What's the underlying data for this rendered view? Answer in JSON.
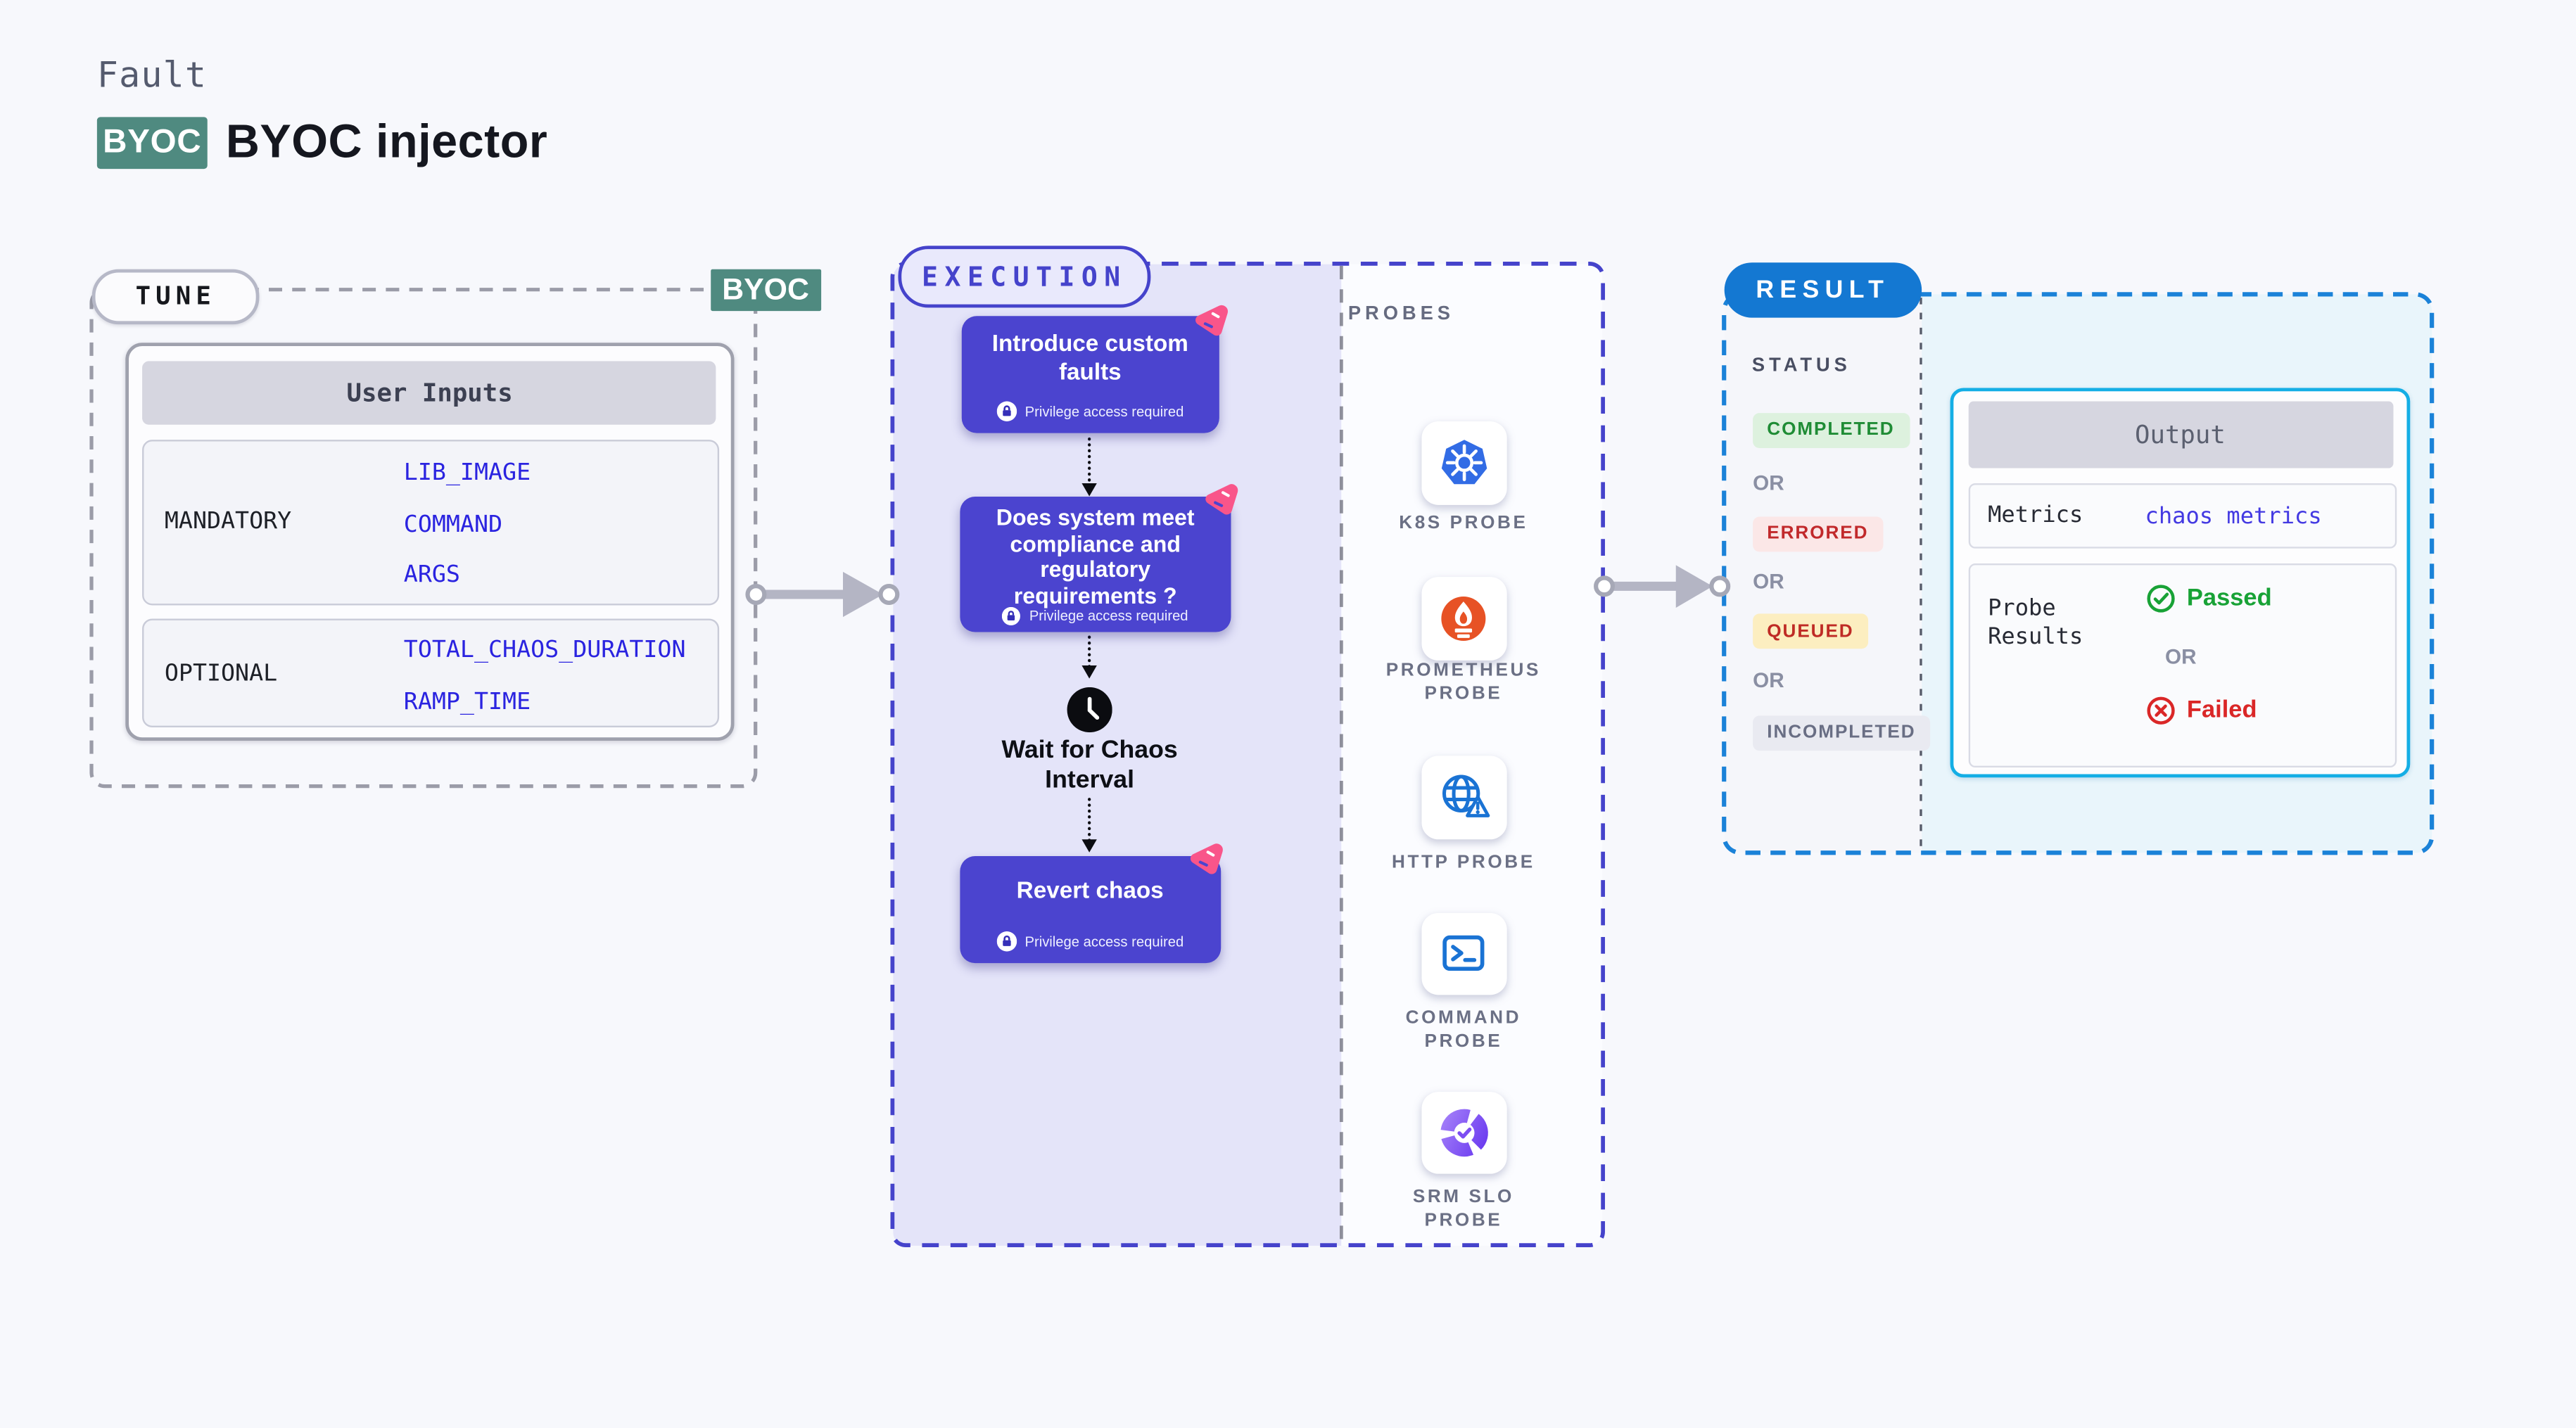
{
  "header": {
    "eyebrow": "Fault",
    "badge": "BYOC",
    "title": "BYOC injector"
  },
  "tune": {
    "label": "TUNE",
    "corner_badge": "BYOC",
    "card_title": "User Inputs",
    "rows": [
      {
        "label": "MANDATORY",
        "values": [
          "LIB_IMAGE",
          "COMMAND",
          "ARGS"
        ]
      },
      {
        "label": "OPTIONAL",
        "values": [
          "TOTAL_CHAOS_DURATION",
          "RAMP_TIME"
        ]
      }
    ]
  },
  "execution": {
    "label": "EXECUTION",
    "nodes": [
      {
        "title": "Introduce custom faults",
        "note": "Privilege access required"
      },
      {
        "title": "Does system meet compliance and regulatory requirements ?",
        "note": "Privilege access required"
      },
      {
        "title": "Revert chaos",
        "note": "Privilege access required"
      }
    ],
    "wait_label": "Wait for Chaos Interval"
  },
  "probes": {
    "label": "PROBES",
    "items": [
      {
        "name": "K8S PROBE",
        "icon": "kubernetes-icon"
      },
      {
        "name": "PROMETHEUS PROBE",
        "icon": "prometheus-icon"
      },
      {
        "name": "HTTP PROBE",
        "icon": "http-globe-icon"
      },
      {
        "name": "COMMAND PROBE",
        "icon": "terminal-icon"
      },
      {
        "name": "SRM SLO PROBE",
        "icon": "slo-donut-icon"
      }
    ]
  },
  "result": {
    "label": "RESULT",
    "status_title": "STATUS",
    "or_label": "OR",
    "statuses": [
      {
        "text": "COMPLETED",
        "bg": "#ddf1de",
        "color": "#1f8c35"
      },
      {
        "text": "ERRORED",
        "bg": "#fbe7e7",
        "color": "#c1292b"
      },
      {
        "text": "QUEUED",
        "bg": "#fceec0",
        "color": "#bf2b25"
      },
      {
        "text": "INCOMPLETED",
        "bg": "#e9eaf1",
        "color": "#696e84"
      }
    ],
    "output": {
      "title": "Output",
      "metrics_label": "Metrics",
      "metrics_value": "chaos metrics",
      "probe_results_label": "Probe Results",
      "passed": "Passed",
      "or": "OR",
      "failed": "Failed"
    }
  },
  "colors": {
    "page_bg": "#f7f8fc",
    "teal_badge": "#4f8a80",
    "node_purple": "#4b44cf",
    "execution_lavender": "#e4e4f9",
    "execution_border": "#4543cb",
    "tune_border": "#9b9ca8",
    "result_border": "#1b82d8",
    "result_pill_blue": "#1478d2",
    "output_border_cyan": "#14aee5",
    "value_blue": "#2a23e0",
    "passed_green": "#18a236",
    "failed_red": "#da2727",
    "chaos_pink": "#f9558a",
    "kubernetes_blue": "#326ce5",
    "prometheus_orange": "#e75225"
  }
}
